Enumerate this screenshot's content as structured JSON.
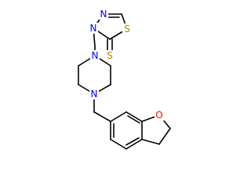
{
  "atoms": {
    "n_triazole_top": "N",
    "n_triazole_left": "N",
    "s_ring": "S",
    "s_thione": "S",
    "n_piperazine_top": "N",
    "n_piperazine_bottom": "N",
    "o_furan": "O"
  },
  "colors": {
    "nitrogen": "#0000ff",
    "sulfur": "#b8860b",
    "oxygen": "#ff0000",
    "bond": "#000000"
  }
}
